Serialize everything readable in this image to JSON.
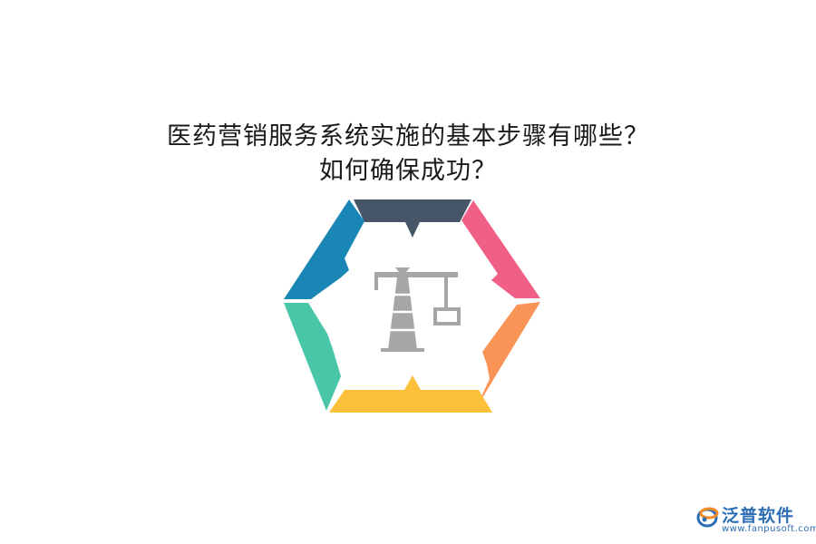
{
  "title": {
    "line1": "医药营销服务系统实施的基本步骤有哪些？",
    "line2": "如何确保成功？"
  },
  "diagram": {
    "type": "hexagon-cycle",
    "center_icon": "tower-crane-icon",
    "segments": [
      {
        "position": "top",
        "color": "#475569"
      },
      {
        "position": "upper-right",
        "color": "#ef5f86"
      },
      {
        "position": "lower-right",
        "color": "#f99456"
      },
      {
        "position": "bottom",
        "color": "#fdc03a"
      },
      {
        "position": "lower-left",
        "color": "#48c6a7"
      },
      {
        "position": "upper-left",
        "color": "#1a86b5"
      }
    ],
    "icon_color": "#a6a6a6"
  },
  "logo": {
    "name": "泛普软件",
    "url": "www.fanpusoft.com",
    "color": "#2d6db5"
  }
}
